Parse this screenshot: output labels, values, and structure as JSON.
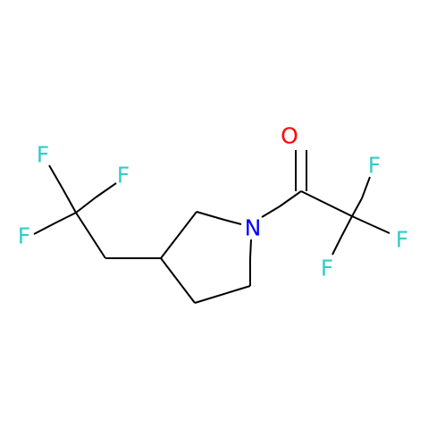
{
  "molecule": {
    "colors": {
      "carbon_bond": "#000000",
      "fluorine": "#33CCCC",
      "nitrogen": "#0000FF",
      "oxygen": "#FF0000"
    },
    "atoms": {
      "f1": "F",
      "f2": "F",
      "f3": "F",
      "f4": "F",
      "f5": "F",
      "f6": "F",
      "n1": "N",
      "o1": "O"
    }
  }
}
